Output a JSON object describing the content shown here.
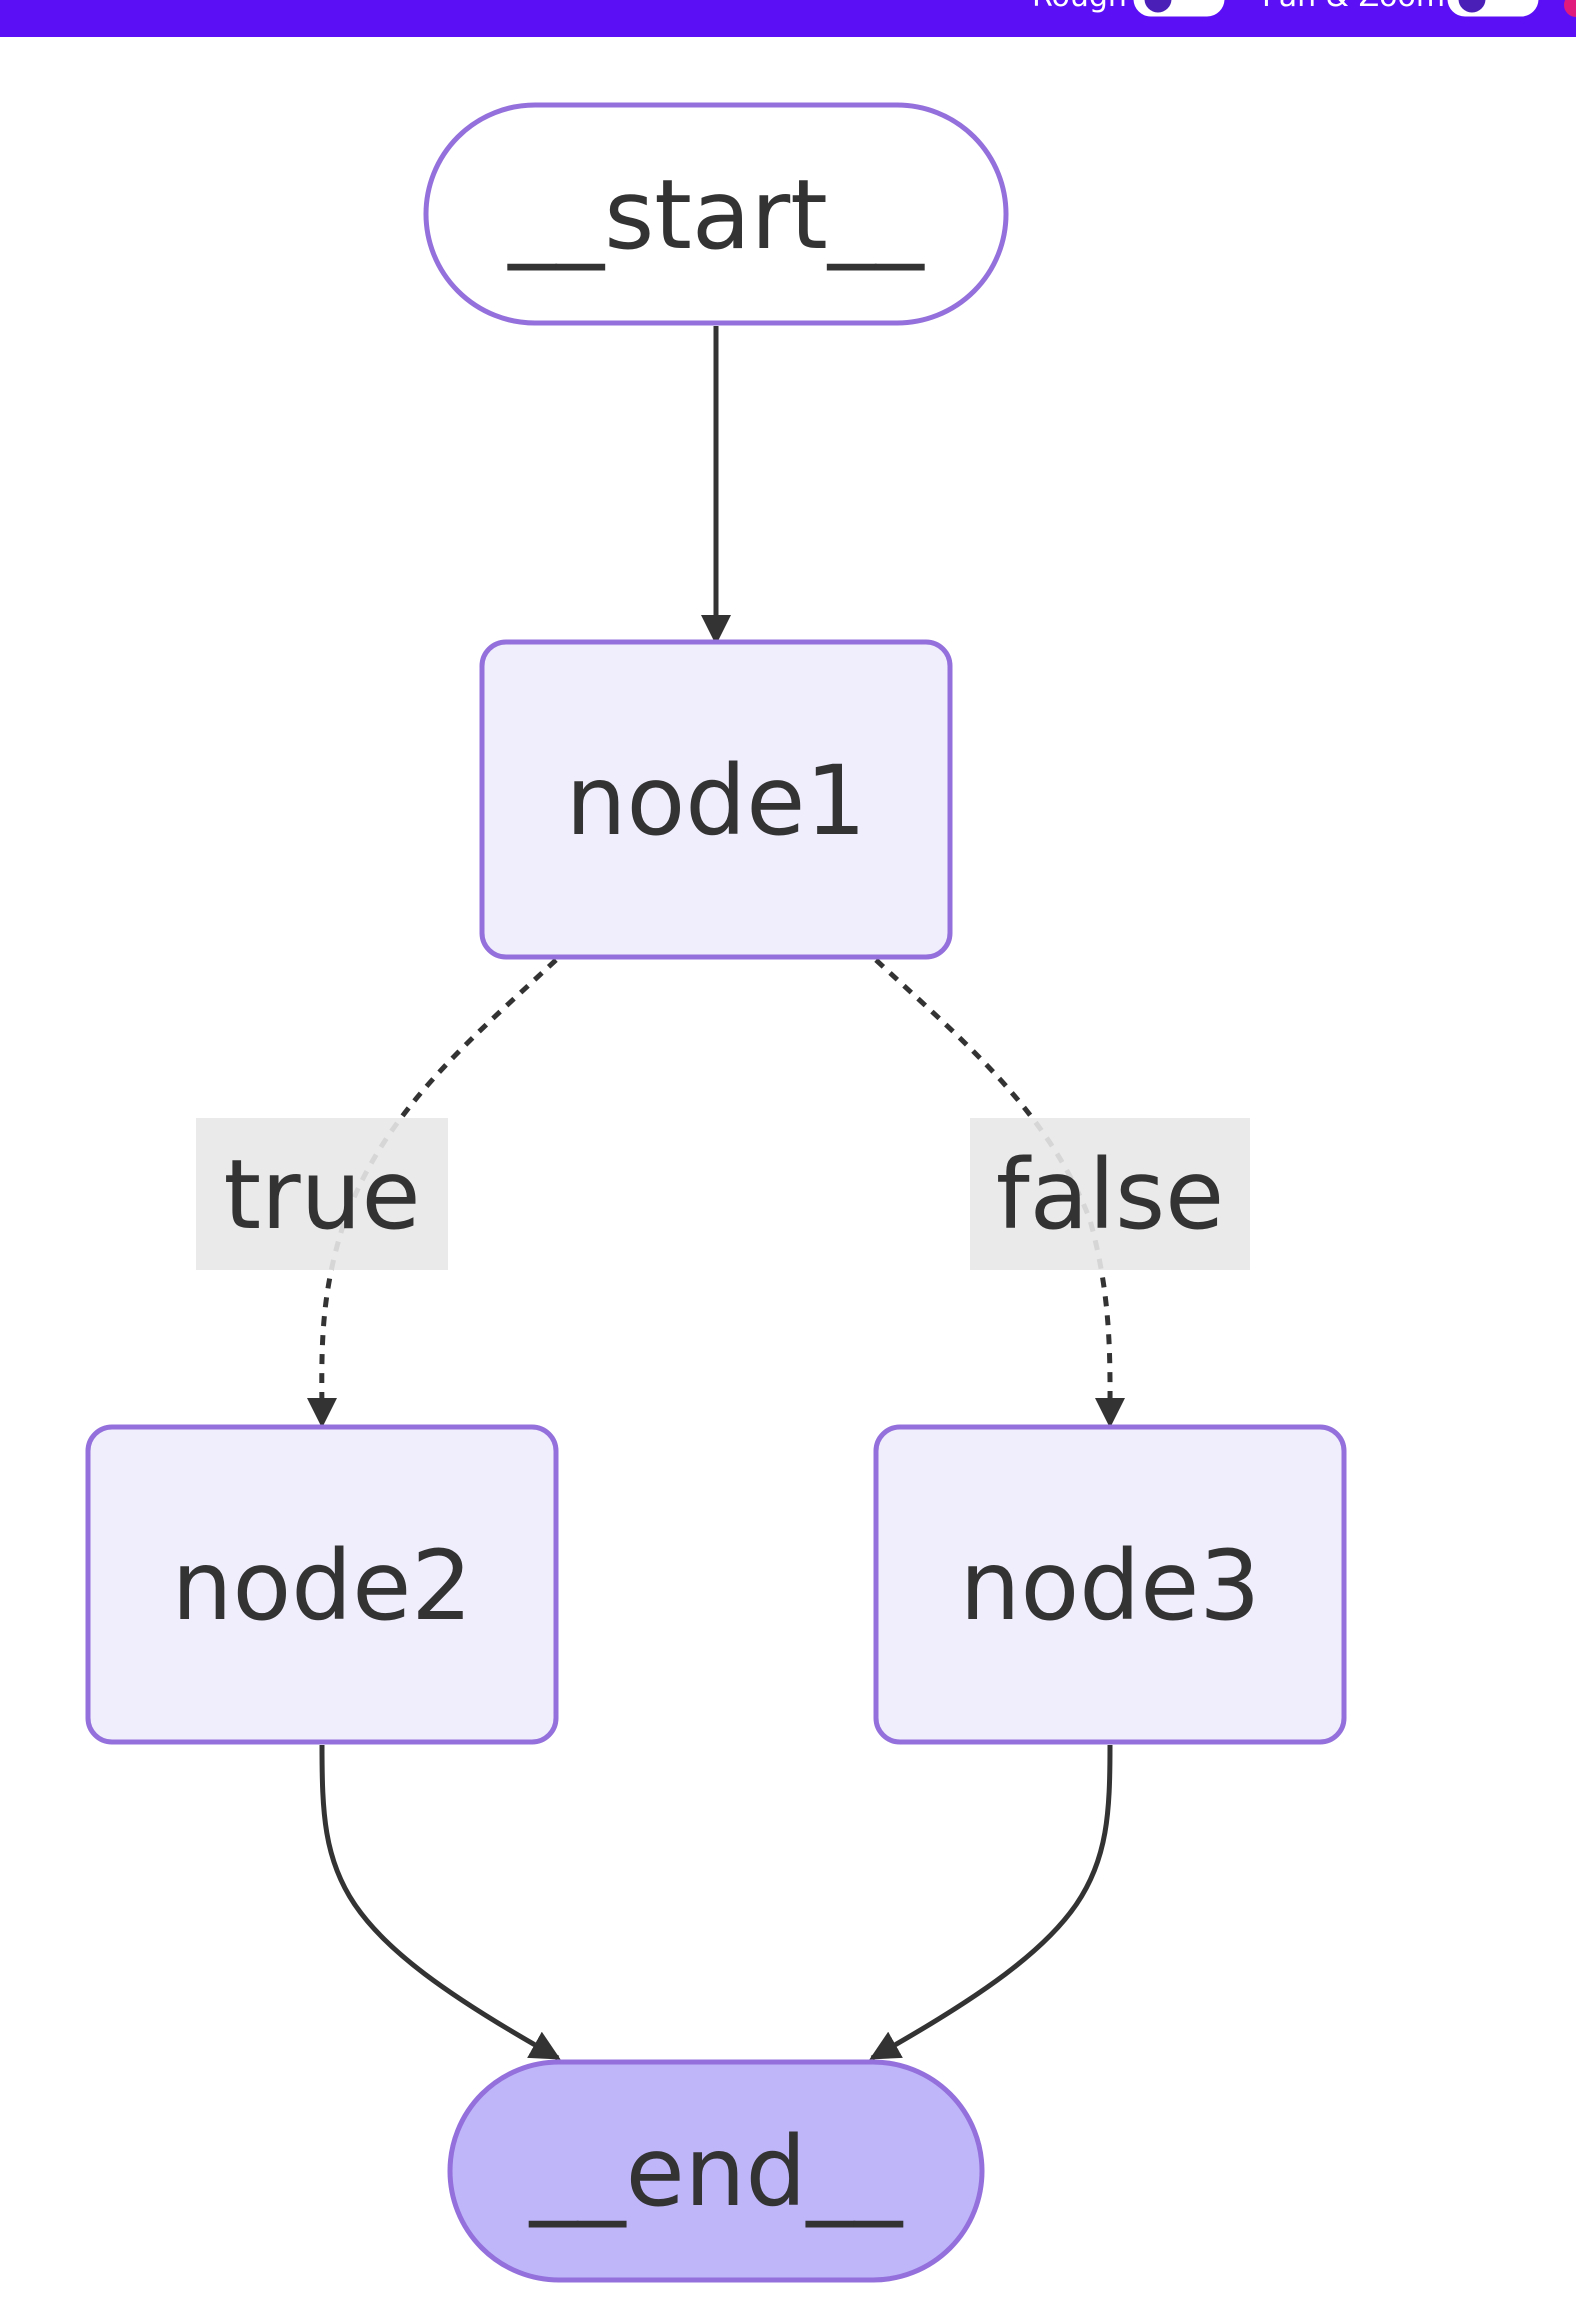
{
  "topbar": {
    "color": "#5b0ff5",
    "rough_label": "Rough",
    "panzoom_label": "Pan & Zoom"
  },
  "diagram": {
    "nodes": {
      "start": {
        "label": "__start__",
        "shape": "stadium"
      },
      "node1": {
        "label": "node1",
        "shape": "rounded-rect"
      },
      "node2": {
        "label": "node2",
        "shape": "rounded-rect"
      },
      "node3": {
        "label": "node3",
        "shape": "rounded-rect"
      },
      "end": {
        "label": "__end__",
        "shape": "stadium"
      }
    },
    "edges": [
      {
        "from": "__start__",
        "to": "node1",
        "style": "solid"
      },
      {
        "from": "node1",
        "to": "node2",
        "style": "dashed",
        "label": "true"
      },
      {
        "from": "node1",
        "to": "node3",
        "style": "dashed",
        "label": "false"
      },
      {
        "from": "node2",
        "to": "__end__",
        "style": "solid"
      },
      {
        "from": "node3",
        "to": "__end__",
        "style": "solid"
      }
    ],
    "edge_labels": {
      "true": "true",
      "false": "false"
    },
    "colors": {
      "node_fill": "#f0eefd",
      "node_stroke": "#9370db",
      "end_fill": "#bfb6fa",
      "edge": "#333333",
      "edge_label_bg": "#e8e8e8",
      "text": "#333333"
    }
  }
}
